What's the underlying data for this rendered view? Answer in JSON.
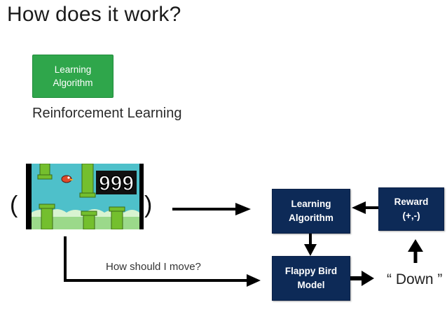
{
  "slide": {
    "title": "How does it work?",
    "green_box": {
      "line1": "Learning",
      "line2": "Algorithm"
    },
    "rl_label": "Reinforcement Learning",
    "paren_open": "(",
    "paren_close": ")",
    "game_score": "999",
    "learning_box": {
      "line1": "Learning",
      "line2": "Algorithm"
    },
    "reward_box": {
      "line1": "Reward",
      "line2": "(+,-)"
    },
    "model_box": {
      "line1": "Flappy Bird",
      "line2": "Model"
    },
    "move_label": "How should I move?",
    "output_label": "“ Down ”"
  },
  "colors": {
    "green": "#2fa64b",
    "navy": "#0d2a57",
    "sky": "#4ec0ca",
    "pipe": "#74bf2e"
  },
  "icons": [
    "flappy-bird-game-screenshot",
    "arrow-right",
    "arrow-left",
    "arrow-down",
    "arrow-up"
  ]
}
